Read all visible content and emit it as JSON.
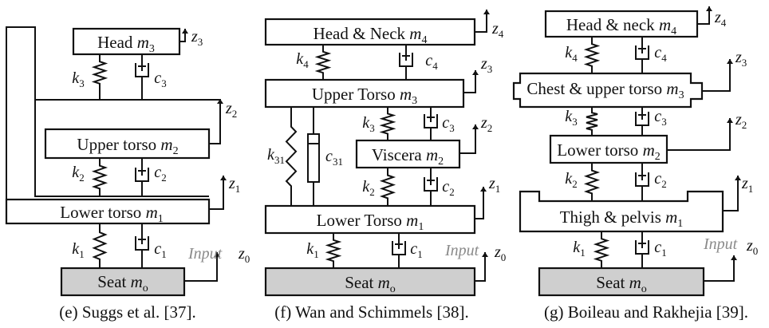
{
  "diagrams": [
    {
      "caption": "(e) Suggs et al. [37].",
      "masses": {
        "m3": {
          "name": "Head",
          "sym": "m",
          "sub": "3"
        },
        "m2": {
          "name": "Upper torso",
          "sym": "m",
          "sub": "2"
        },
        "m1": {
          "name": "Lower torso",
          "sym": "m",
          "sub": "1"
        },
        "m0": {
          "name": "Seat",
          "sym": "m",
          "sub": "o"
        }
      },
      "springs": {
        "k3": {
          "sym": "k",
          "sub": "3"
        },
        "k2": {
          "sym": "k",
          "sub": "2"
        },
        "k1": {
          "sym": "k",
          "sub": "1"
        }
      },
      "dampers": {
        "c3": {
          "sym": "c",
          "sub": "3"
        },
        "c2": {
          "sym": "c",
          "sub": "2"
        },
        "c1": {
          "sym": "c",
          "sub": "1"
        }
      },
      "disps": {
        "z3": {
          "sym": "z",
          "sub": "3"
        },
        "z2": {
          "sym": "z",
          "sub": "2"
        },
        "z1": {
          "sym": "z",
          "sub": "1"
        },
        "z0": {
          "sym": "z",
          "sub": "0"
        }
      },
      "input": "Input"
    },
    {
      "caption": "(f) Wan and Schimmels [38].",
      "masses": {
        "m4": {
          "name": "Head & Neck",
          "sym": "m",
          "sub": "4"
        },
        "m3": {
          "name": "Upper Torso",
          "sym": "m",
          "sub": "3"
        },
        "m2": {
          "name": "Viscera",
          "sym": "m",
          "sub": "2"
        },
        "m1": {
          "name": "Lower Torso",
          "sym": "m",
          "sub": "1"
        },
        "m0": {
          "name": "Seat",
          "sym": "m",
          "sub": "o"
        }
      },
      "springs": {
        "k4": {
          "sym": "k",
          "sub": "4"
        },
        "k31": {
          "sym": "k",
          "sub": "31"
        },
        "k3": {
          "sym": "k",
          "sub": "3"
        },
        "k2": {
          "sym": "k",
          "sub": "2"
        },
        "k1": {
          "sym": "k",
          "sub": "1"
        }
      },
      "dampers": {
        "c4": {
          "sym": "c",
          "sub": "4"
        },
        "c31": {
          "sym": "c",
          "sub": "31"
        },
        "c3": {
          "sym": "c",
          "sub": "3"
        },
        "c2": {
          "sym": "c",
          "sub": "2"
        },
        "c1": {
          "sym": "c",
          "sub": "1"
        }
      },
      "disps": {
        "z4": {
          "sym": "z",
          "sub": "4"
        },
        "z3": {
          "sym": "z",
          "sub": "3"
        },
        "z2": {
          "sym": "z",
          "sub": "2"
        },
        "z1": {
          "sym": "z",
          "sub": "1"
        },
        "z0": {
          "sym": "z",
          "sub": "0"
        }
      },
      "input": "Input"
    },
    {
      "caption": "(g) Boileau and Rakhejia [39].",
      "masses": {
        "m4": {
          "name": "Head & neck",
          "sym": "m",
          "sub": "4"
        },
        "m3": {
          "name": "Chest & upper torso",
          "sym": "m",
          "sub": "3"
        },
        "m2": {
          "name": "Lower torso",
          "sym": "m",
          "sub": "2"
        },
        "m1": {
          "name": "Thigh & pelvis",
          "sym": "m",
          "sub": "1"
        },
        "m0": {
          "name": "Seat",
          "sym": "m",
          "sub": "o"
        }
      },
      "springs": {
        "k4": {
          "sym": "k",
          "sub": "4"
        },
        "k3": {
          "sym": "k",
          "sub": "3"
        },
        "k2": {
          "sym": "k",
          "sub": "2"
        },
        "k1": {
          "sym": "k",
          "sub": "1"
        }
      },
      "dampers": {
        "c4": {
          "sym": "c",
          "sub": "4"
        },
        "c3": {
          "sym": "c",
          "sub": "3"
        },
        "c2": {
          "sym": "c",
          "sub": "2"
        },
        "c1": {
          "sym": "c",
          "sub": "1"
        }
      },
      "disps": {
        "z4": {
          "sym": "z",
          "sub": "4"
        },
        "z3": {
          "sym": "z",
          "sub": "3"
        },
        "z2": {
          "sym": "z",
          "sub": "2"
        },
        "z1": {
          "sym": "z",
          "sub": "1"
        },
        "z0": {
          "sym": "z",
          "sub": "0"
        }
      },
      "input": "Input"
    }
  ]
}
